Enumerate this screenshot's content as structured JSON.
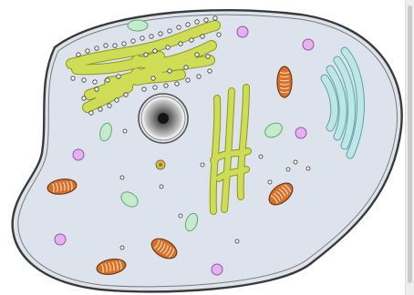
{
  "diagram": {
    "subject": "animal cell",
    "colors": {
      "cytoplasm": "#dde3ec",
      "membrane": "#3a3a3a",
      "er": "#cfdc55",
      "er_outline": "#8a9a1e",
      "nucleus_outer": "#e8eaee",
      "nucleolus": "#141414",
      "mitochondria": "#d9702a",
      "mitochondria_cristae": "#fde2c0",
      "golgi": "#bfe6e6",
      "golgi_outline": "#5aa4a4",
      "lysosome": "#e3b3ee",
      "lysosome_outline": "#9a4fb0",
      "vesicle": "#c6ebcc",
      "vesicle_outline": "#5fa86b",
      "centrosome": "#f4a95b",
      "ribosome": "#ffffff"
    },
    "organelles": [
      {
        "name": "cell-membrane"
      },
      {
        "name": "nucleus"
      },
      {
        "name": "endoplasmic-reticulum"
      },
      {
        "name": "golgi-apparatus"
      },
      {
        "name": "mitochondrion"
      },
      {
        "name": "lysosome"
      },
      {
        "name": "vesicle"
      },
      {
        "name": "centrosome"
      },
      {
        "name": "ribosome"
      }
    ]
  }
}
